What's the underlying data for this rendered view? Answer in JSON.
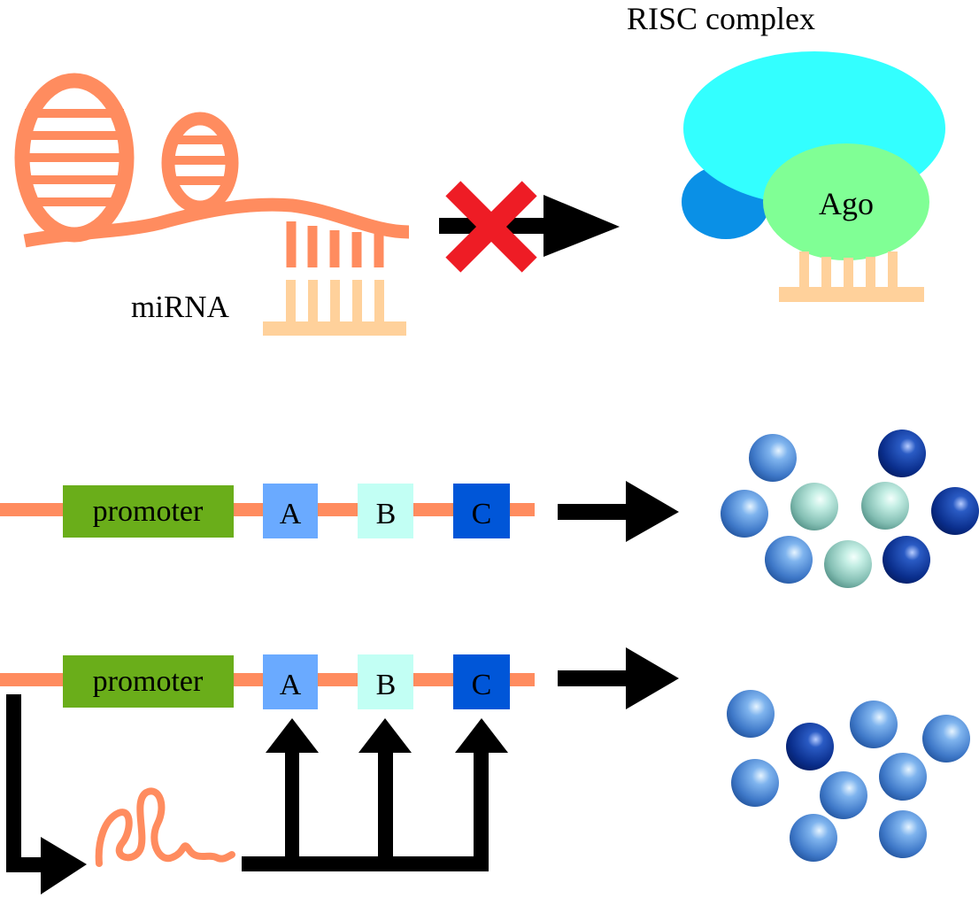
{
  "labels": {
    "risc_complex": "RISC complex",
    "ago": "Ago",
    "mirna": "miRNA",
    "promoter_top": "promoter",
    "promoter_bottom": "promoter",
    "box_a": "A",
    "box_b": "B",
    "box_c": "C"
  },
  "colors": {
    "rna": "#FF8C5F",
    "mirna_strand": "#FFD19B",
    "risc_cyan": "#33FFFF",
    "risc_blue": "#0A90E6",
    "ago": "#80FF95",
    "promoter": "#6AAE1A",
    "box_a": "#6AAAFF",
    "box_b": "#C2FFF4",
    "box_c": "#0056D8",
    "block_x": "#EE1C25",
    "arrow": "#000000"
  },
  "spheres": {
    "row1": [
      "mid",
      "dark",
      "mid",
      "light",
      "light",
      "dark",
      "mid",
      "light",
      "dark"
    ],
    "row2": [
      "mid",
      "mid",
      "mid",
      "dark",
      "mid",
      "mid",
      "mid",
      "mid",
      "mid"
    ]
  }
}
